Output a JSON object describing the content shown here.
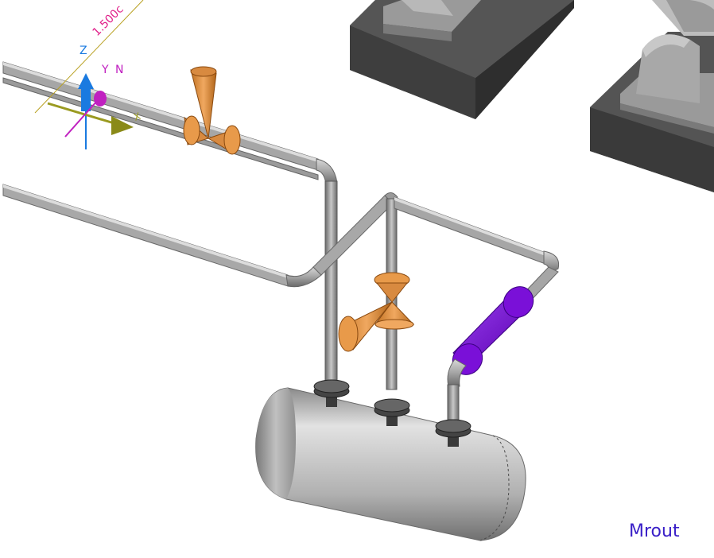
{
  "viewport": {
    "background": "#ffffff",
    "view_label": "Mrout",
    "dimension_text": "1.500c"
  },
  "axes_gizmo": {
    "z_label": "Z",
    "y_label": "Y",
    "n_label": "N",
    "x_label": "X"
  },
  "colors": {
    "pipe": "#a8a8a8",
    "valve": "#e89a4a",
    "flange_selected": "#7a10d8",
    "equipment_base": "#4a4a4a",
    "vessel": "#b8b8b8",
    "label": "#3a20c8",
    "dimension": "#e0208a",
    "gizmo_z": "#1a7ae0",
    "gizmo_y": "#c020c0",
    "gizmo_x": "#9a9a20"
  }
}
